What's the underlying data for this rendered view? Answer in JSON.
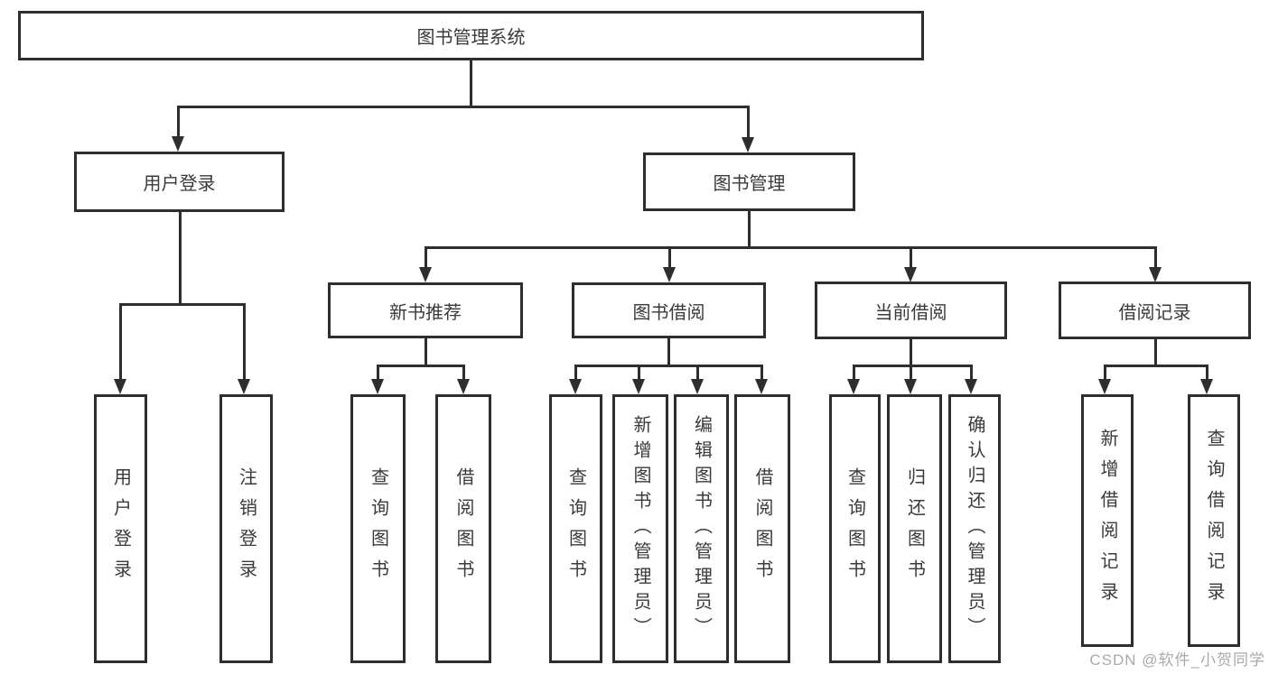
{
  "diagram": {
    "title": "图书管理系统",
    "level2": {
      "user_login": "用户登录",
      "book_mgmt": "图书管理"
    },
    "level3": {
      "new_book": "新书推荐",
      "borrow": "图书借阅",
      "current": "当前借阅",
      "records": "借阅记录"
    },
    "leaves": {
      "user": [
        "用户登录",
        "注销登录"
      ],
      "new_book": [
        "查询图书",
        "借阅图书"
      ],
      "borrow": [
        "查询图书",
        "新增图书（管理员）",
        "编辑图书（管理员）",
        "借阅图书"
      ],
      "current": [
        "查询图书",
        "归还图书",
        "确认归还（管理员）"
      ],
      "records": [
        "新增借阅记录",
        "查询借阅记录"
      ]
    }
  },
  "colors": {
    "line": "#2e2e2e",
    "text": "#3a3a3a",
    "watermark_text": "#a9a9a9",
    "background": "#ffffff"
  },
  "watermark": "CSDN @软件_小贺同学"
}
